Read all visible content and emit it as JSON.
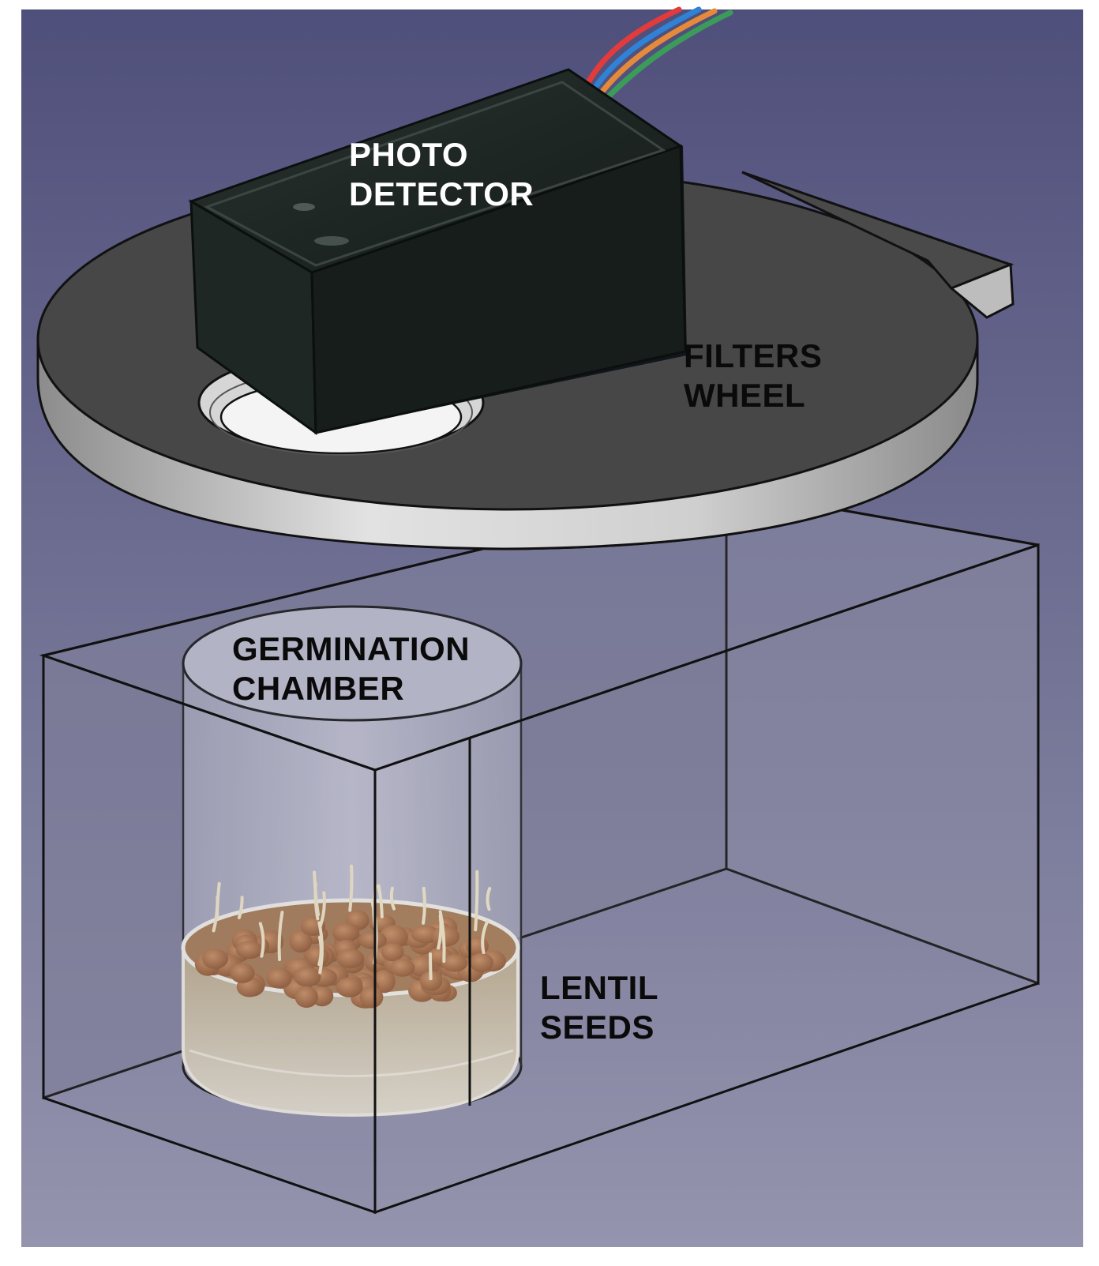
{
  "labels": {
    "photo_detector": {
      "line1": "PHOTO",
      "line2": "DETECTOR"
    },
    "filters_wheel": {
      "line1": "FILTERS",
      "line2": "WHEEL"
    },
    "germination_chamber": {
      "line1": "GERMINATION",
      "line2": "CHAMBER"
    },
    "lentil_seeds": {
      "line1": "LENTIL",
      "line2": "SEEDS"
    }
  },
  "colors": {
    "background_top": "#4f4f7b",
    "background_bottom": "#9494ae",
    "wheel_top": "#474747",
    "wheel_rim": "#c9c9c9",
    "detector_body": "#1b2321",
    "box_edge": "#111111",
    "box_fill": "#8a8aa4",
    "chamber_fill": "#c4c4d4",
    "seed": "#a8683e",
    "sprout": "#efe4c6",
    "dish": "#d8d2c2",
    "cable_colors": [
      "#e33b3b",
      "#2f82d6",
      "#e48a3a",
      "#3b9c5a"
    ]
  }
}
